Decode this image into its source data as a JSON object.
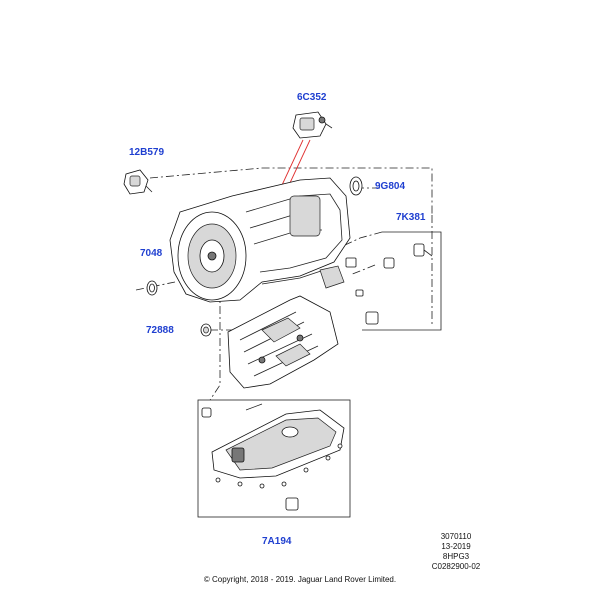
{
  "callouts": {
    "speed_sensor": "6C352",
    "plug_connector": "12B579",
    "seal_ring": "9G804",
    "torque_seal": "7048",
    "filler_plugs": "7K381",
    "valve_seal": "72888",
    "oil_pan": "7A194"
  },
  "meta": {
    "line1": "3070110",
    "line2": "13-2019",
    "line3": "8HPG3",
    "line4": "C0282900-02"
  },
  "copyright": "© Copyright, 2018 - 2019. Jaguar Land Rover Limited.",
  "colors": {
    "callout": "#1f3fd0",
    "leader_highlight": "#e03030"
  }
}
